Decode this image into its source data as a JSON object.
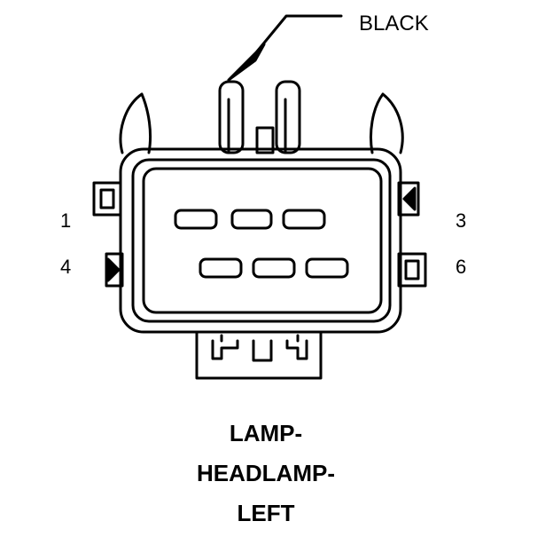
{
  "callout": {
    "label": "BLACK"
  },
  "pins": {
    "top_left": "1",
    "top_right": "3",
    "bottom_left": "4",
    "bottom_right": "6"
  },
  "caption": {
    "line1": "LAMP-",
    "line2": "HEADLAMP-",
    "line3": "LEFT"
  }
}
